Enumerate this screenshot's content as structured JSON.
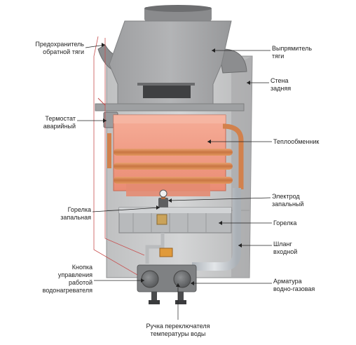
{
  "labels": {
    "draft_fuse": "Предохранитель\nобратной тяги",
    "flue_rectifier": "Выпрямитель\nтяги",
    "back_wall": "Стена\nзадняя",
    "emergency_thermostat": "Термостат\nаварийный",
    "heat_exchanger": "Теплообменник",
    "ignition_electrode": "Электрод\nзапальный",
    "pilot_burner": "Горелка\nзапальная",
    "burner": "Горелка",
    "inlet_hose": "Шланг\nвходной",
    "control_knob": "Кнопка\nуправления\nработой\nводонагревателя",
    "gas_water_valve": "Арматура\nводно-газовая",
    "temp_switch_knob": "Ручка переключателя\nтемпературы воды"
  },
  "colors": {
    "body_grey": "#c9cacb",
    "hood_grey": "#a9aaac",
    "exchanger": "#f29b85",
    "copper_pipe": "#d9875a",
    "burner_grey": "#b4b6b8",
    "hose": "#c8cdd2"
  }
}
